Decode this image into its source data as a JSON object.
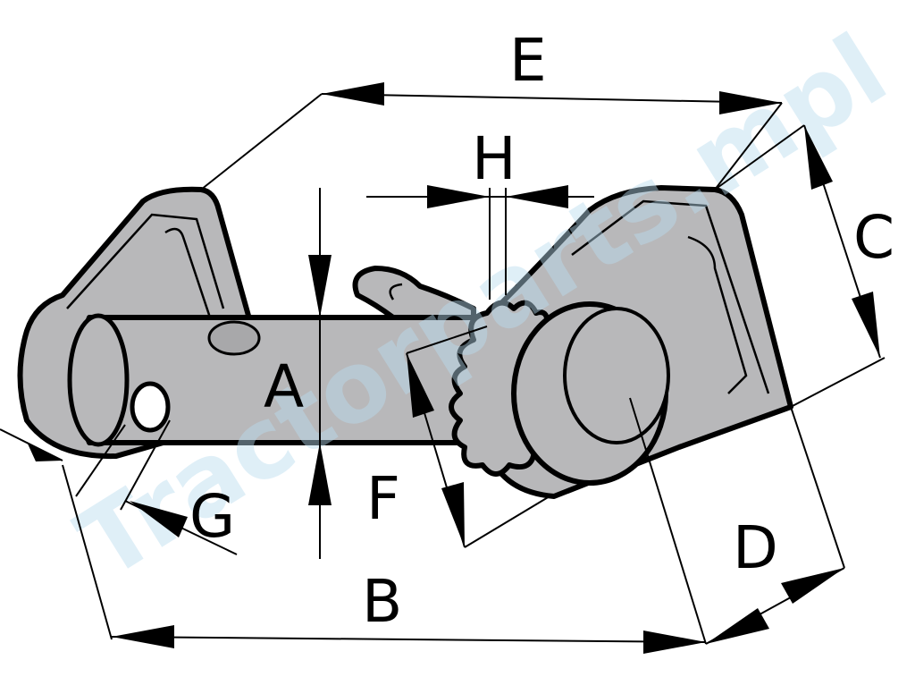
{
  "labels": {
    "A": "A",
    "B": "B",
    "C": "C",
    "D": "D",
    "E": "E",
    "F": "F",
    "G": "G",
    "H": "H"
  },
  "watermark": "Tractorparts.mpl",
  "colors": {
    "part_fill": "#b8b8ba",
    "outline": "#000000",
    "watermark": "#b9dcef",
    "background": "#ffffff"
  }
}
